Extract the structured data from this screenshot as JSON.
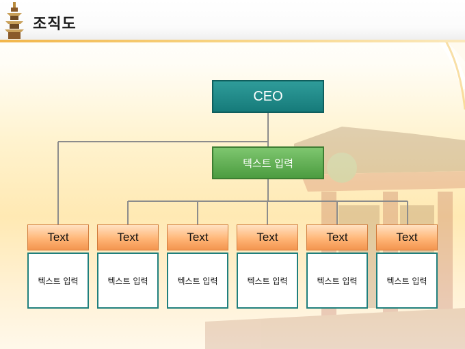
{
  "title": "조직도",
  "chart": {
    "root_label": "CEO",
    "mid_label": "텍스트 입력",
    "children": [
      {
        "header": "Text",
        "body": "텍스트 입력"
      },
      {
        "header": "Text",
        "body": "텍스트 입력"
      },
      {
        "header": "Text",
        "body": "텍스트 입력"
      },
      {
        "header": "Text",
        "body": "텍스트 입력"
      },
      {
        "header": "Text",
        "body": "텍스트 입력"
      },
      {
        "header": "Text",
        "body": "텍스트 입력"
      }
    ]
  },
  "colors": {
    "root_fill": "#1e8887",
    "mid_fill": "#5aa84c",
    "child_header_fill": "#ffb677",
    "child_border": "#1f7f7d",
    "connector": "#8c8c8c"
  },
  "icons": {
    "logo": "pagoda-icon"
  }
}
